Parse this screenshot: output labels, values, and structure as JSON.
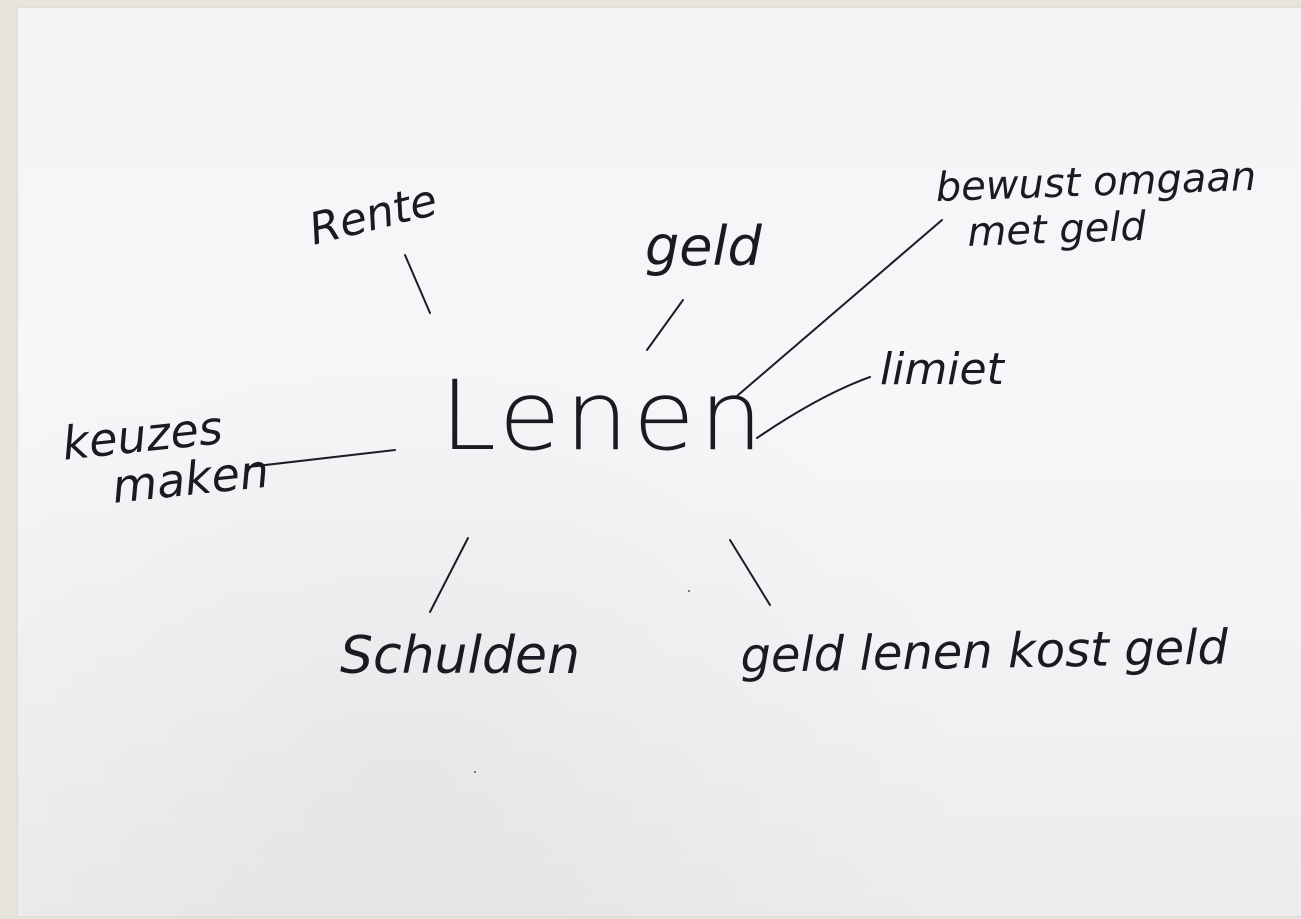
{
  "mindmap": {
    "center": "Lenen",
    "branches": {
      "rente": "Rente",
      "geld": "geld",
      "bewust_line1": "bewust omgaan",
      "bewust_line2": "met geld",
      "limiet": "limiet",
      "keuzes_line1": "keuzes",
      "keuzes_line2": "maken",
      "schulden": "Schulden",
      "geld_lenen": "geld lenen kost geld"
    }
  },
  "colors": {
    "ink": "#1a1a22",
    "paper": "#f5f5f7"
  }
}
